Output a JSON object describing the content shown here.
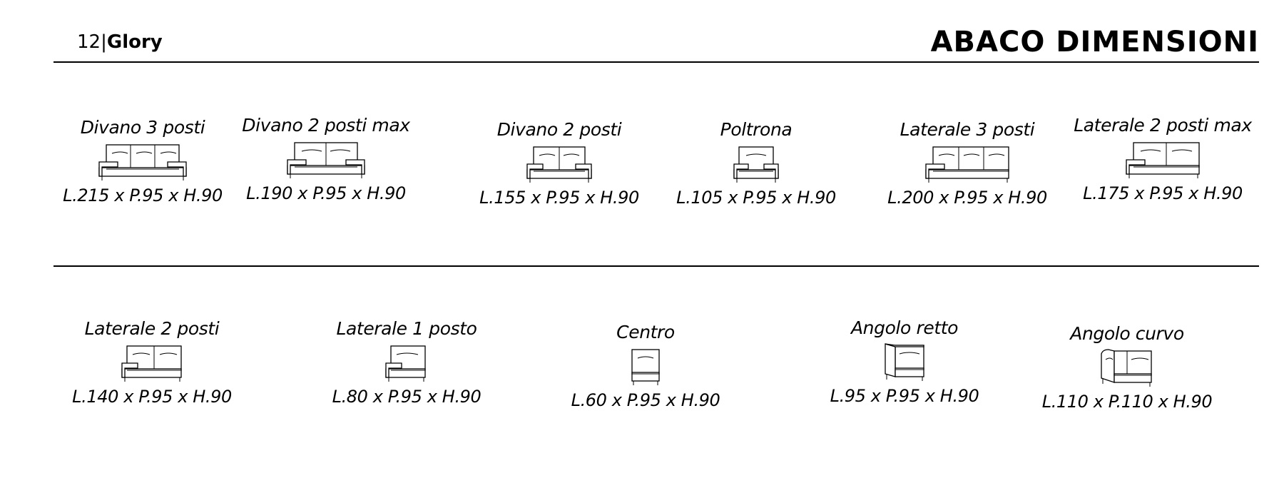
{
  "header": {
    "page_number": "12",
    "separator": "|",
    "brand": "Glory",
    "section_title": "ABACO DIMENSIONI"
  },
  "row1": [
    {
      "name": "Divano 3 posti",
      "dims": "L.215 x P.95 x H.90",
      "icon": "sofa-3-seat-icon"
    },
    {
      "name": "Divano 2 posti max",
      "dims": "L.190 x P.95 x H.90",
      "icon": "sofa-2-seat-max-icon"
    },
    {
      "name": "Divano 2 posti",
      "dims": "L.155 x P.95 x H.90",
      "icon": "sofa-2-seat-icon"
    },
    {
      "name": "Poltrona",
      "dims": "L.105 x P.95 x H.90",
      "icon": "armchair-icon"
    },
    {
      "name": "Laterale 3 posti",
      "dims": "L.200 x P.95 x H.90",
      "icon": "side-3-seat-icon"
    },
    {
      "name": "Laterale 2 posti max",
      "dims": "L.175 x P.95 x H.90",
      "icon": "side-2-seat-max-icon"
    }
  ],
  "row2": [
    {
      "name": "Laterale 2 posti",
      "dims": "L.140 x P.95 x H.90",
      "icon": "side-2-seat-icon"
    },
    {
      "name": "Laterale 1 posto",
      "dims": "L.80 x P.95 x H.90",
      "icon": "side-1-seat-icon"
    },
    {
      "name": "Centro",
      "dims": "L.60 x P.95 x H.90",
      "icon": "center-module-icon"
    },
    {
      "name": "Angolo retto",
      "dims": "L.95 x P.95 x H.90",
      "icon": "square-corner-icon"
    },
    {
      "name": "Angolo curvo",
      "dims": "L.110 x P.110 x H.90",
      "icon": "curved-corner-icon"
    }
  ]
}
